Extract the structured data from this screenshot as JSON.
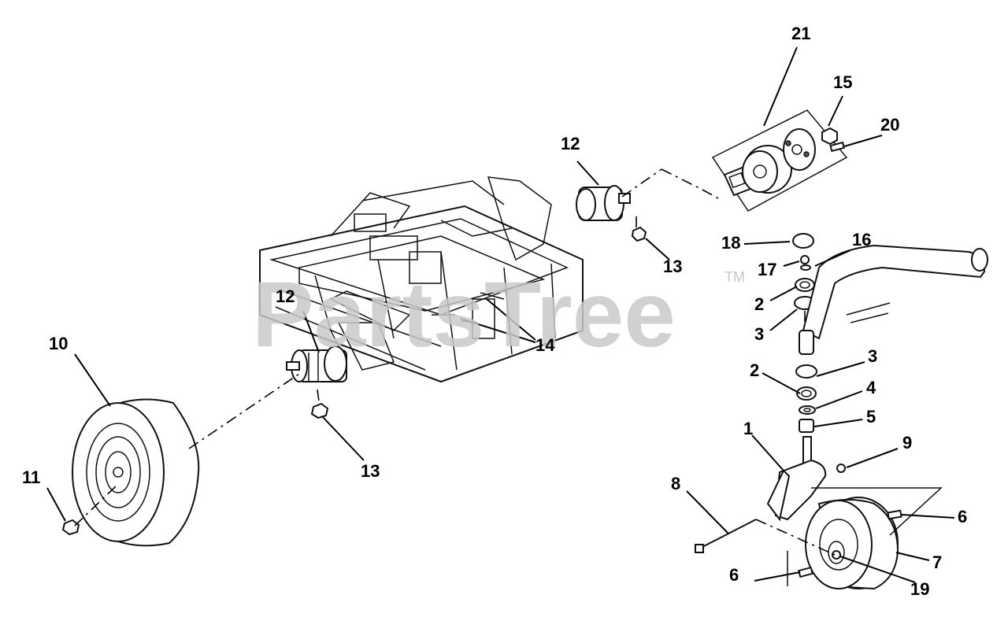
{
  "watermark": {
    "text": "PartsTree",
    "tm": "TM"
  },
  "callouts": {
    "c1": "1",
    "c2a": "2",
    "c2b": "2",
    "c3a": "3",
    "c3b": "3",
    "c4": "4",
    "c5": "5",
    "c6a": "6",
    "c6b": "6",
    "c7": "7",
    "c8": "8",
    "c9": "9",
    "c10": "10",
    "c11": "11",
    "c12a": "12",
    "c12b": "12",
    "c13a": "13",
    "c13b": "13",
    "c14": "14",
    "c15": "15",
    "c16": "16",
    "c17": "17",
    "c18": "18",
    "c19": "19",
    "c20": "20",
    "c21": "21"
  }
}
